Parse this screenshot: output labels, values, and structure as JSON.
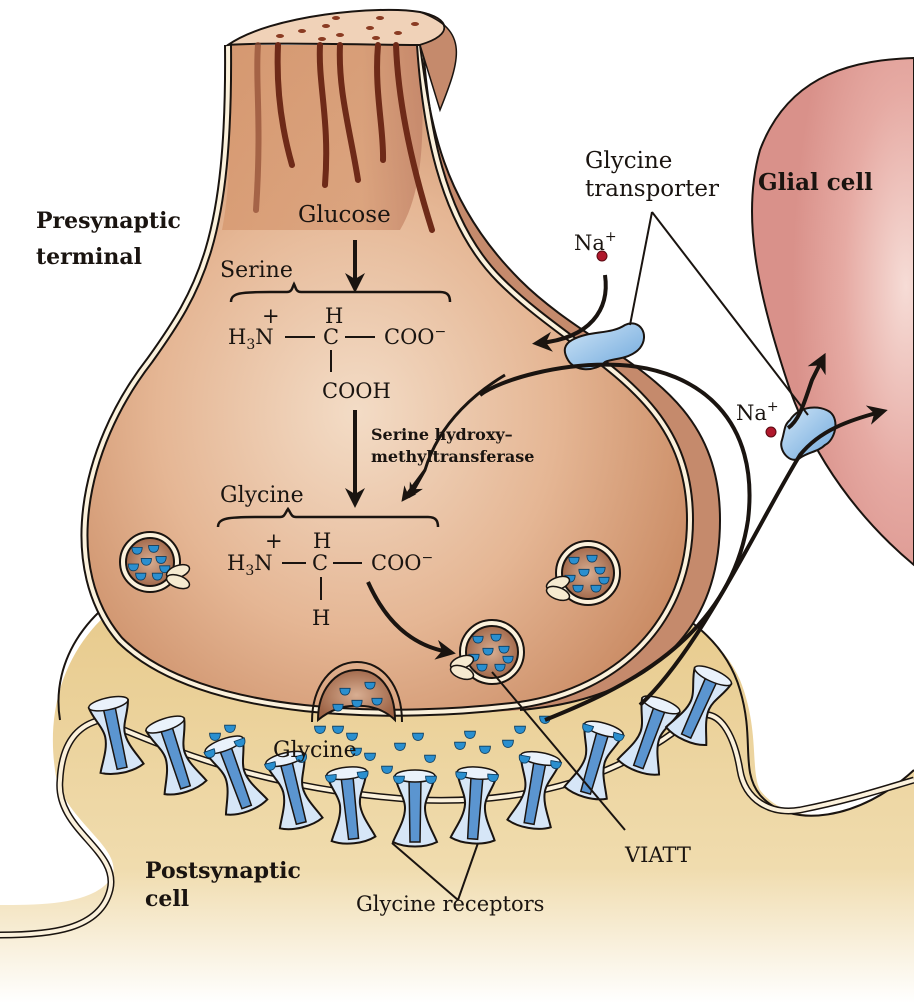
{
  "title": "Glycine synthesis, packaging, release and reuptake at an inhibitory synapse",
  "labels": {
    "presynaptic": [
      "Presynaptic",
      "terminal"
    ],
    "postsynaptic": [
      "Postsynaptic",
      "cell"
    ],
    "glial": "Glial cell",
    "glycine_transporter": [
      "Glycine",
      "transporter"
    ],
    "glucose": "Glucose",
    "serine": "Serine",
    "glycine": "Glycine",
    "enzyme": [
      "Serine hydroxy–",
      "methyltransferase"
    ],
    "cleft_glycine": "Glycine",
    "viatt": "VIATT",
    "glycine_receptors": "Glycine receptors",
    "na_ion_1": "Na",
    "na_ion_2": "Na",
    "na_charge": "+"
  },
  "serine_structure": {
    "charge_plus": "+",
    "h_top": "H",
    "h3n": "H",
    "h3n_sub": "3",
    "n": "N",
    "bond_left": "—",
    "c": "C",
    "bond_right": "—",
    "coo": "COO",
    "coo_charge": "−",
    "side_chain": "COOH"
  },
  "glycine_structure": {
    "charge_plus": "+",
    "h_top": "H",
    "h3n": "H",
    "h3n_sub": "3",
    "n": "N",
    "bond_left": "—",
    "c": "C",
    "bond_right": "—",
    "coo": "COO",
    "coo_charge": "−",
    "side_chain": "H"
  },
  "colors": {
    "presynaptic_fill": "#d9a27c",
    "presynaptic_light": "#f0d2b8",
    "postsynaptic_fill": "#e3c27f",
    "glial_fill": "#e2a39e",
    "membrane": "#fbf1dc",
    "receptor_light": "#d6e6f7",
    "receptor_dark": "#5b95d0",
    "transporter": "#9ec8ec",
    "vesicle_fill": "#b07a5c",
    "glycine_dot": "#2a8fcf",
    "na_dot": "#b0182c",
    "filament": "#6e2a18",
    "ink": "#1a1410"
  }
}
